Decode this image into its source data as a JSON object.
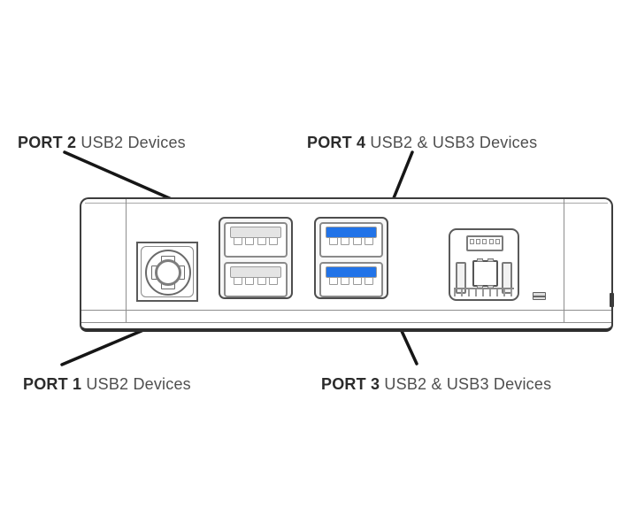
{
  "labels": {
    "port2": {
      "name": "PORT 2",
      "desc": " USB2 Devices"
    },
    "port4": {
      "name": "PORT 4",
      "desc": " USB2 & USB3 Devices"
    },
    "port1": {
      "name": "PORT 1",
      "desc": " USB2 Devices"
    },
    "port3": {
      "name": "PORT 3",
      "desc": " USB2 & USB3 Devices"
    }
  },
  "colors": {
    "usb2_tongue": "#e4e4e4",
    "usb3_tongue": "#2173e8",
    "leader_line": "#161616"
  }
}
